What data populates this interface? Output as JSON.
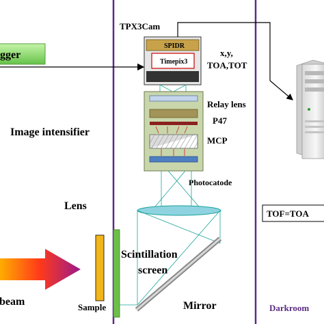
{
  "labels": {
    "camera": "TPX3Cam",
    "trigger": "gger",
    "spidr": "SPIDR",
    "timepix": "Timepix3",
    "outputs_line1": "x,y,",
    "outputs_line2": "TOA,TOT",
    "relay_lens": "Relay lens",
    "p47": "P47",
    "image_intensifier": "Image intensifier",
    "mcp": "MCP",
    "photocathode": "Photocatode",
    "lens": "Lens",
    "tof_formula": "TOF=TOA",
    "scintillation_line1": "Scintillation",
    "scintillation_line2": "screen",
    "beam": "beam",
    "sample": "Sample",
    "mirror": "Mirror",
    "darkroom": "Darkroom"
  },
  "colors": {
    "darkroom_border": "#5b2c83",
    "darkroom_text": "#5b2c83",
    "trigger_fill": "#9be07a",
    "spidr_fill": "#c8a24a",
    "intensifier_fill": "#c9d6ac",
    "lens_fill": "#8fd3e0",
    "mcp_bar": "#4f7fc0",
    "sample_fill": "#f2b51a",
    "screen_fill": "#6cc04a"
  },
  "icons": {
    "computer": "server-tower-icon",
    "beam": "beam-arrow-icon"
  }
}
